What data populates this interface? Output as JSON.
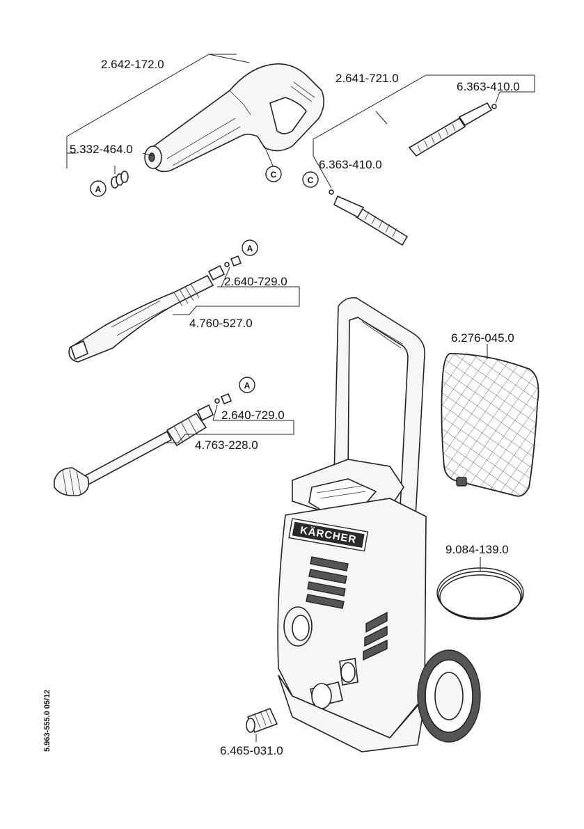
{
  "document": {
    "doc_number": "5.963-555.0  05/12",
    "brand": "KÄRCHER"
  },
  "parts": [
    {
      "id": "trigger-gun",
      "number": "2.642-172.0"
    },
    {
      "id": "hose",
      "number": "2.641-721.0"
    },
    {
      "id": "oring-hose-top",
      "number": "6.363-410.0"
    },
    {
      "id": "gun-spring",
      "number": "5.332-464.0"
    },
    {
      "id": "oring-hose-bottom",
      "number": "6.363-410.0"
    },
    {
      "id": "vario-lance-adapter",
      "number": "2.640-729.0"
    },
    {
      "id": "vario-lance",
      "number": "4.760-527.0"
    },
    {
      "id": "dirt-blaster-adapter",
      "number": "2.640-729.0"
    },
    {
      "id": "dirt-blaster-lance",
      "number": "4.763-228.0"
    },
    {
      "id": "filter-screen",
      "number": "6.276-045.0"
    },
    {
      "id": "oring-set",
      "number": "9.084-139.0"
    },
    {
      "id": "water-inlet-connector",
      "number": "6.465-031.0"
    }
  ],
  "callouts": {
    "a": "A",
    "c": "C"
  }
}
